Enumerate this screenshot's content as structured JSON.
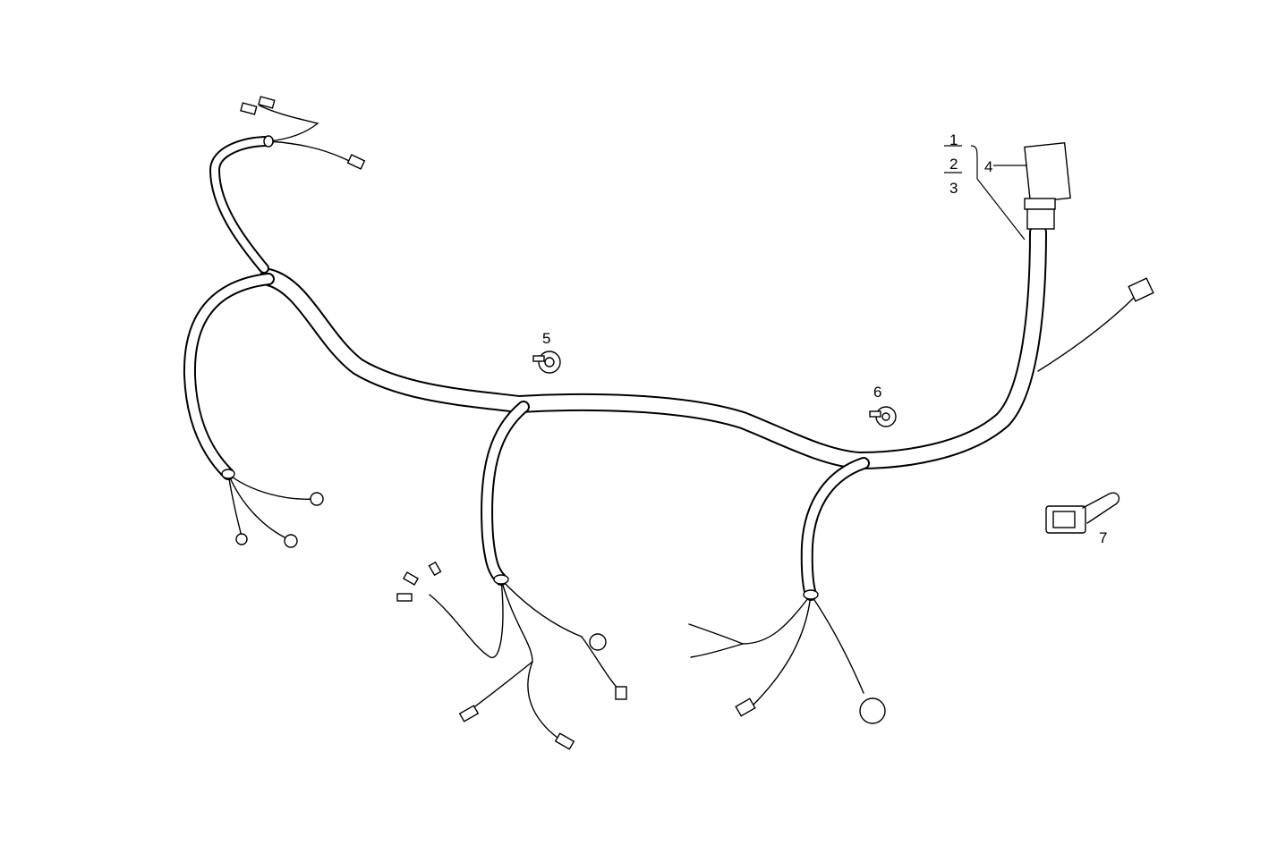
{
  "diagram": {
    "callouts": {
      "c1": "1",
      "c2": "2",
      "c3": "3",
      "c4": "4",
      "c5": "5",
      "c6": "6",
      "c7": "7"
    },
    "line_color": "#000000",
    "background": "#ffffff"
  }
}
